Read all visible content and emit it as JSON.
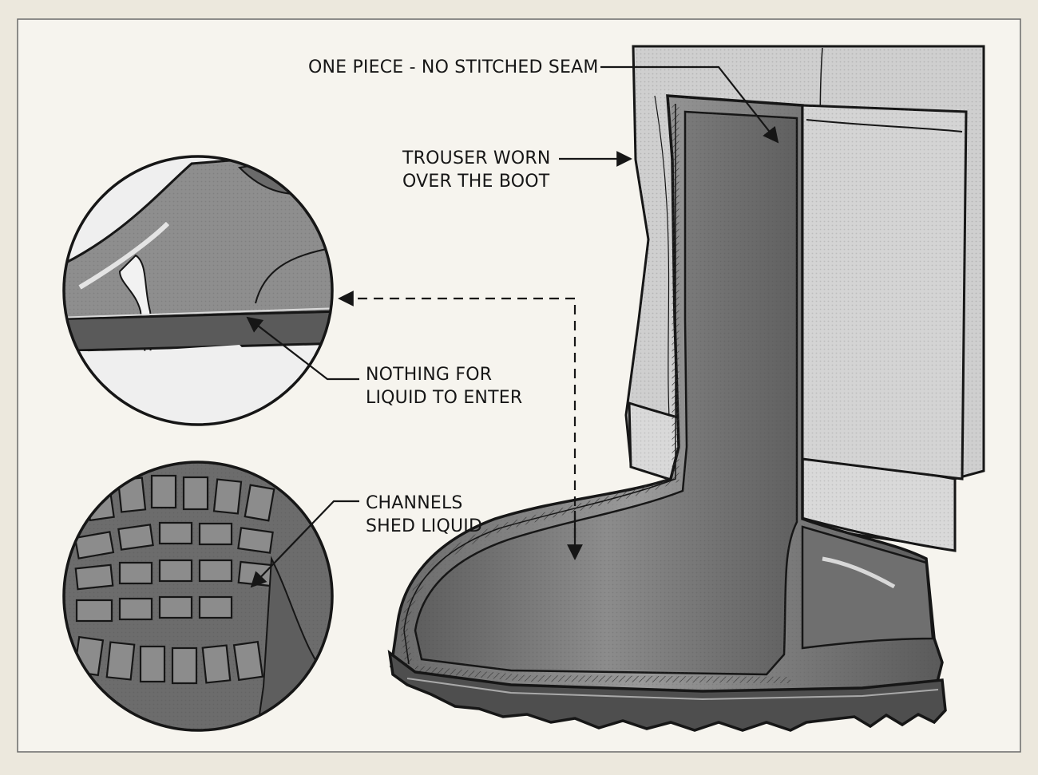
{
  "callouts": {
    "seam": {
      "text": "ONE PIECE - NO STITCHED SEAM"
    },
    "trouser": {
      "lines": [
        "TROUSER WORN",
        "OVER THE BOOT"
      ]
    },
    "liquid": {
      "lines": [
        "NOTHING FOR",
        "LIQUID TO ENTER"
      ]
    },
    "channels": {
      "lines": [
        "CHANNELS",
        "SHED LIQUID"
      ]
    }
  },
  "colors": {
    "paper": "#ece8dd",
    "panel": "#f6f4ee",
    "ink": "#161616",
    "rubber_dark": "#555555",
    "rubber_mid": "#8a8a8a",
    "trouser": "#c9c9c9",
    "lining": "#eeeeee"
  },
  "icons": {
    "upper_detail": "boot-toe-detail-icon",
    "sole_detail": "boot-sole-tread-icon",
    "main": "rubber-boot-cutaway-icon"
  }
}
